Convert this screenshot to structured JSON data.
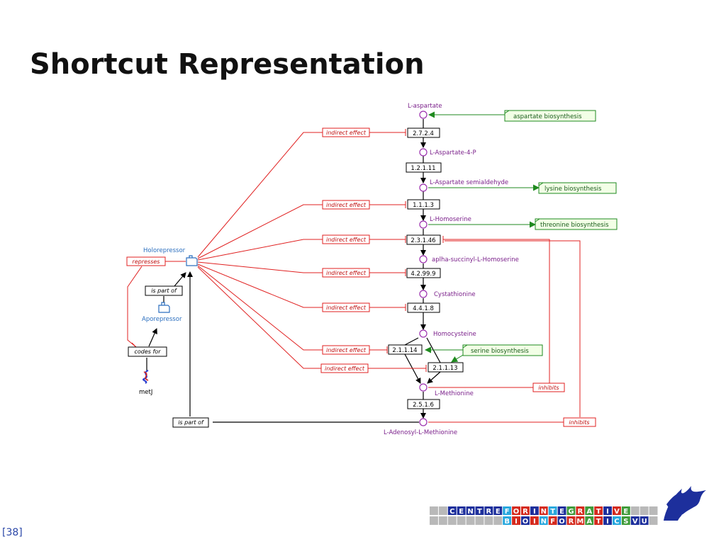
{
  "slide": {
    "title": "Shortcut Representation",
    "page_number": "38",
    "page_bracket_left": "[",
    "page_bracket_right": "]"
  },
  "diagram": {
    "metabolites": {
      "l_aspartate": "L-aspartate",
      "l_aspartate_4_p": "L-Aspartate-4-P",
      "l_aspartate_semialdehyde": "L-Aspartate semialdehyde",
      "l_homoserine": "L-Homoserine",
      "succinyl_homoserine": "aplha-succinyl-L-Homoserine",
      "cystathionine": "Cystathionine",
      "homocysteine": "Homocysteine",
      "l_methionine": "L-Methionine",
      "sam": "L-Adenosyl-L-Methionine"
    },
    "enzymes": {
      "e_2_7_2_4": "2.7.2.4",
      "e_1_2_1_11": "1.2.1.11",
      "e_1_1_1_3": "1.1.1.3",
      "e_2_3_1_46": "2.3.1.46",
      "e_4_2_99_9": "4.2.99.9",
      "e_4_4_1_8": "4.4.1.8",
      "e_2_1_1_14": "2.1.1.14",
      "e_2_1_1_13": "2.1.1.13",
      "e_2_5_1_6": "2.5.1.6"
    },
    "pathways": {
      "aspartate_biosynthesis": "aspartate biosynthesis",
      "lysine_biosynthesis": "lysine biosynthesis",
      "threonine_biosynthesis": "threonine biosynthesis",
      "serine_biosynthesis": "serine biosynthesis"
    },
    "indirect_effect": "indirect effect",
    "inhibits": "inhibits",
    "represses": "represses",
    "is_part_of": "is part of",
    "codes_for": "codes for",
    "holorepressor": "Holorepressor",
    "aporepressor": "Aporepressor",
    "gene": "metJ"
  },
  "logo": {
    "top_row_letters": [
      "C",
      "E",
      "N",
      "T",
      "R",
      "E",
      "F",
      "O",
      "R",
      "I",
      "N",
      "T",
      "E",
      "G",
      "R",
      "A",
      "T",
      "I",
      "V",
      "E"
    ],
    "bottom_row_letters": [
      "B",
      "I",
      "O",
      "I",
      "N",
      "F",
      "O",
      "R",
      "M",
      "A",
      "T",
      "I",
      "C",
      "S",
      "V",
      "U"
    ],
    "colors": {
      "blue": "#1d2f9c",
      "red": "#d52b1e",
      "cyan": "#28a8de",
      "green": "#3f9b3a",
      "gray": "#b9b9b9",
      "red_line": "#e02020",
      "green_line": "#1f8a1f",
      "purple_node": "#9b2fae",
      "blue_node": "#2c6fbf"
    }
  }
}
